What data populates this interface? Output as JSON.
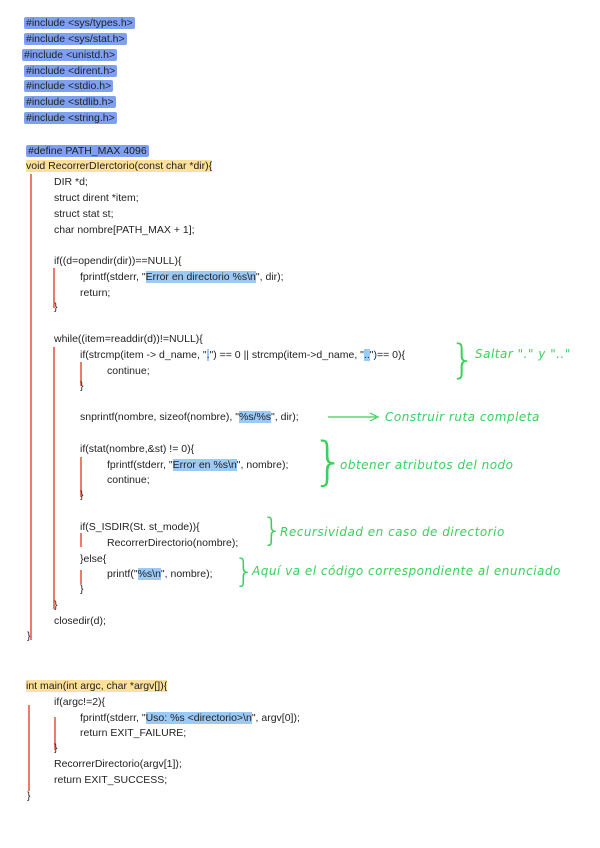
{
  "includes": [
    "#include <sys/types.h>",
    "#include <sys/stat.h>",
    "#include <unistd.h>",
    "#include <dirent.h>",
    "#include <stdio.h>",
    "#include <stdlib.h>",
    "#include <string.h>"
  ],
  "define": "#define PATH_MAX 4096",
  "func_sig": "void RecorrerDIerctorio(const char *dir){",
  "body": {
    "l1": "DIR *d;",
    "l2": "struct dirent *item;",
    "l3": "struct stat st;",
    "l4": "char nombre[PATH_MAX + 1];",
    "if_open": "if((d=opendir(dir))==NULL){",
    "fprintf1_a": "fprintf(stderr, \"",
    "fprintf1_hl": "Error en directorio %s\\n",
    "fprintf1_b": "\", dir);",
    "return1": "return;",
    "close1": "}",
    "while": "while((item=readdir(d))!=NULL){",
    "if_strcmp_a": "if(strcmp(item -> d_name, \"",
    "if_strcmp_hl1": ".",
    "if_strcmp_b": "\") == 0 || strcmp(item->d_name, \"",
    "if_strcmp_hl2": "..",
    "if_strcmp_c": "\")== 0){",
    "continue1": "continue;",
    "close2": "}",
    "snprintf_a": "snprintf(nombre, sizeof(nombre), \"",
    "snprintf_hl": "%s/%s",
    "snprintf_b": "\", dir);",
    "if_stat": "if(stat(nombre,&st) != 0){",
    "fprintf2_a": "fprintf(stderr, \"",
    "fprintf2_hl": "Error en %s\\n",
    "fprintf2_b": "\", nombre);",
    "continue2": "continue;",
    "close3": "}",
    "if_isdir": "if(S_ISDIR(St. st_mode)){",
    "recurse": "RecorrerDirectorio(nombre);",
    "else": "}else{",
    "printf_a": "printf(\"",
    "printf_hl": "%s\\n",
    "printf_b": "\", nombre);",
    "close4": "}",
    "close5": "}",
    "closedir": "closedir(d);",
    "close6": "}"
  },
  "main": {
    "sig": "int main(int argc, char *argv[]){",
    "if_argc": "if(argc!=2){",
    "fprintf_a": "fprintf(stderr, \"",
    "fprintf_hl": "Uso: %s <directorio>\\n",
    "fprintf_b": "\", argv[0]);",
    "return_fail": "return EXIT_FAILURE;",
    "close1": "}",
    "call": "RecorrerDirectorio(argv[1]);",
    "return_ok": "return EXIT_SUCCESS;",
    "close2": "}"
  },
  "annotations": {
    "skip_dots": "Saltar \".\" y \"..\"",
    "build_path": "Construir ruta completa",
    "get_attrs": "obtener atributos del nodo",
    "recursion": "Recursividad en caso de directorio",
    "exercise_code": "Aquí va el código correspondiente al enunciado"
  },
  "colors": {
    "include_highlight": "#7fa0f0",
    "string_highlight": "#9ccaf7",
    "signature_highlight": "#fde09a",
    "indent_bar": "#ef7a6a",
    "handwriting": "#3ccf5c"
  }
}
